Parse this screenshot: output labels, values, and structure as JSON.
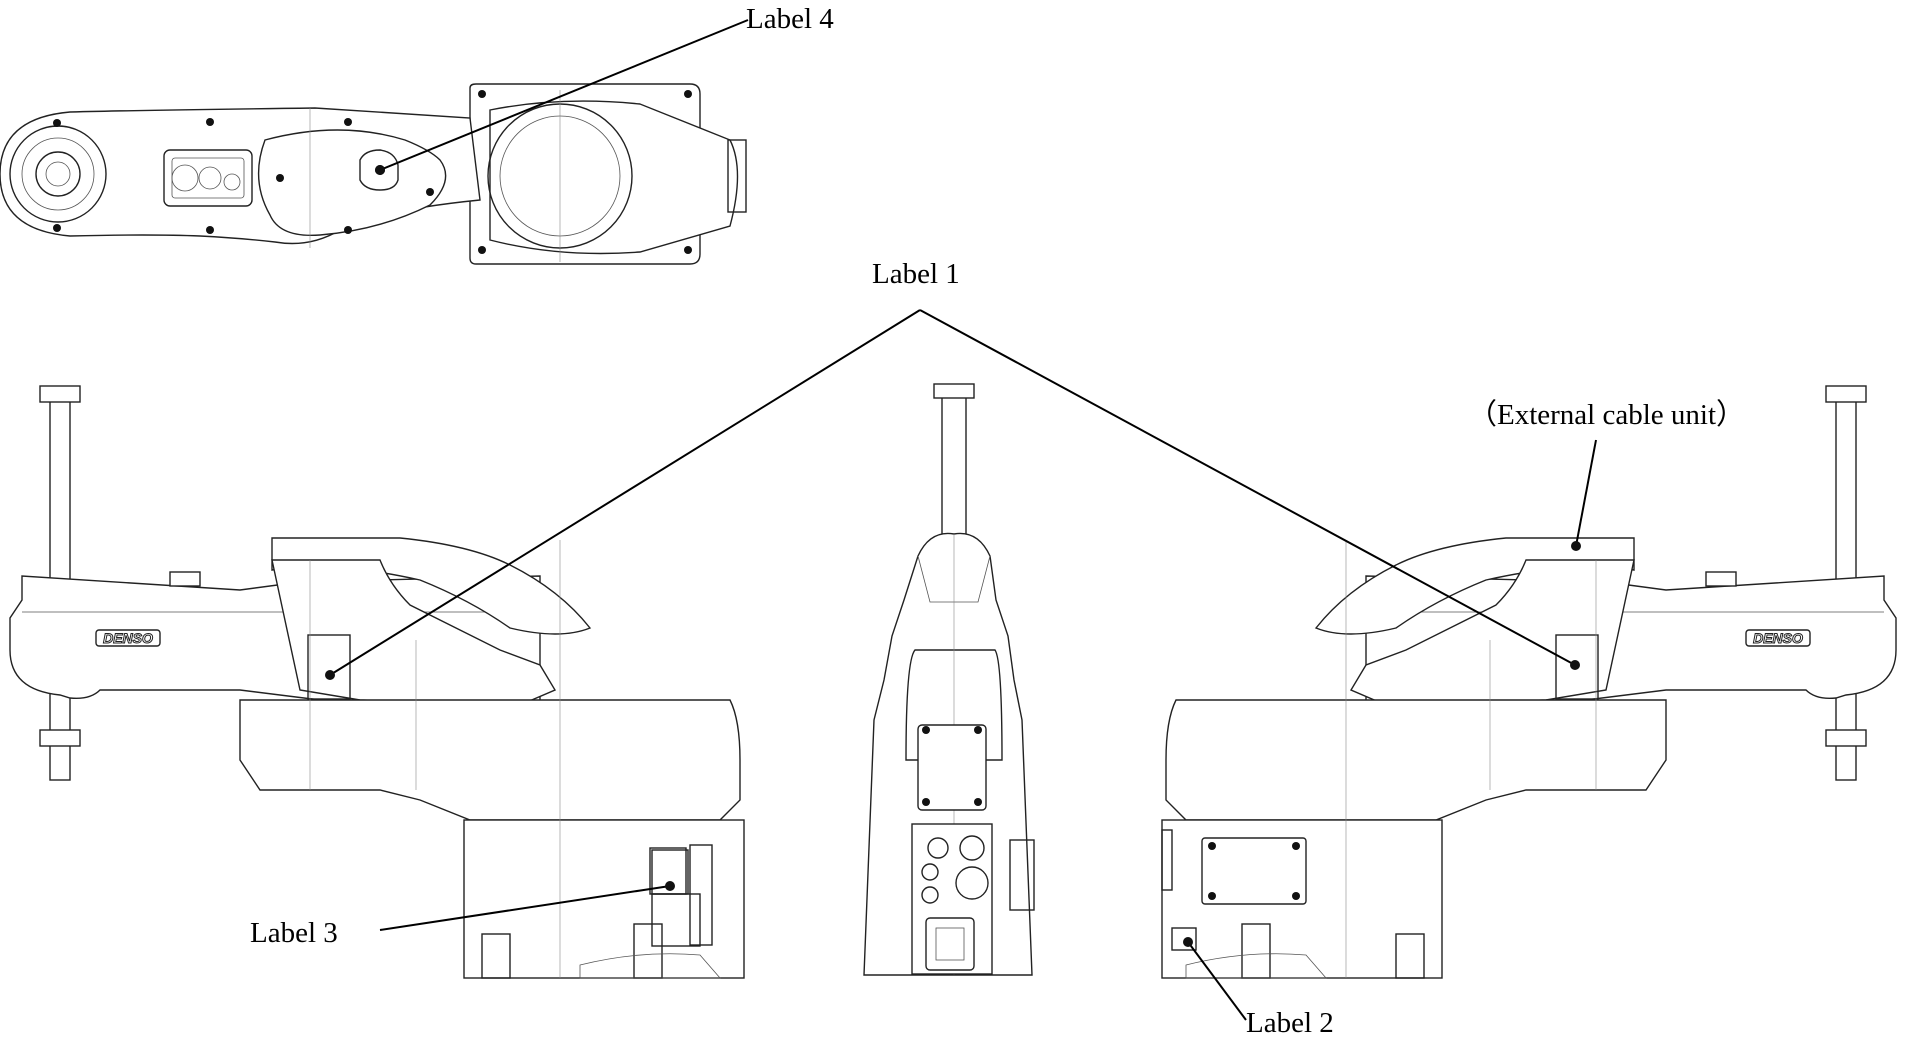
{
  "labels": {
    "label1": "Label 1",
    "label2": "Label 2",
    "label3": "Label 3",
    "label4": "Label 4",
    "external_cable_unit": "（External cable unit）"
  },
  "logos": {
    "left_view": "DENSO",
    "right_view": "DENSO"
  }
}
